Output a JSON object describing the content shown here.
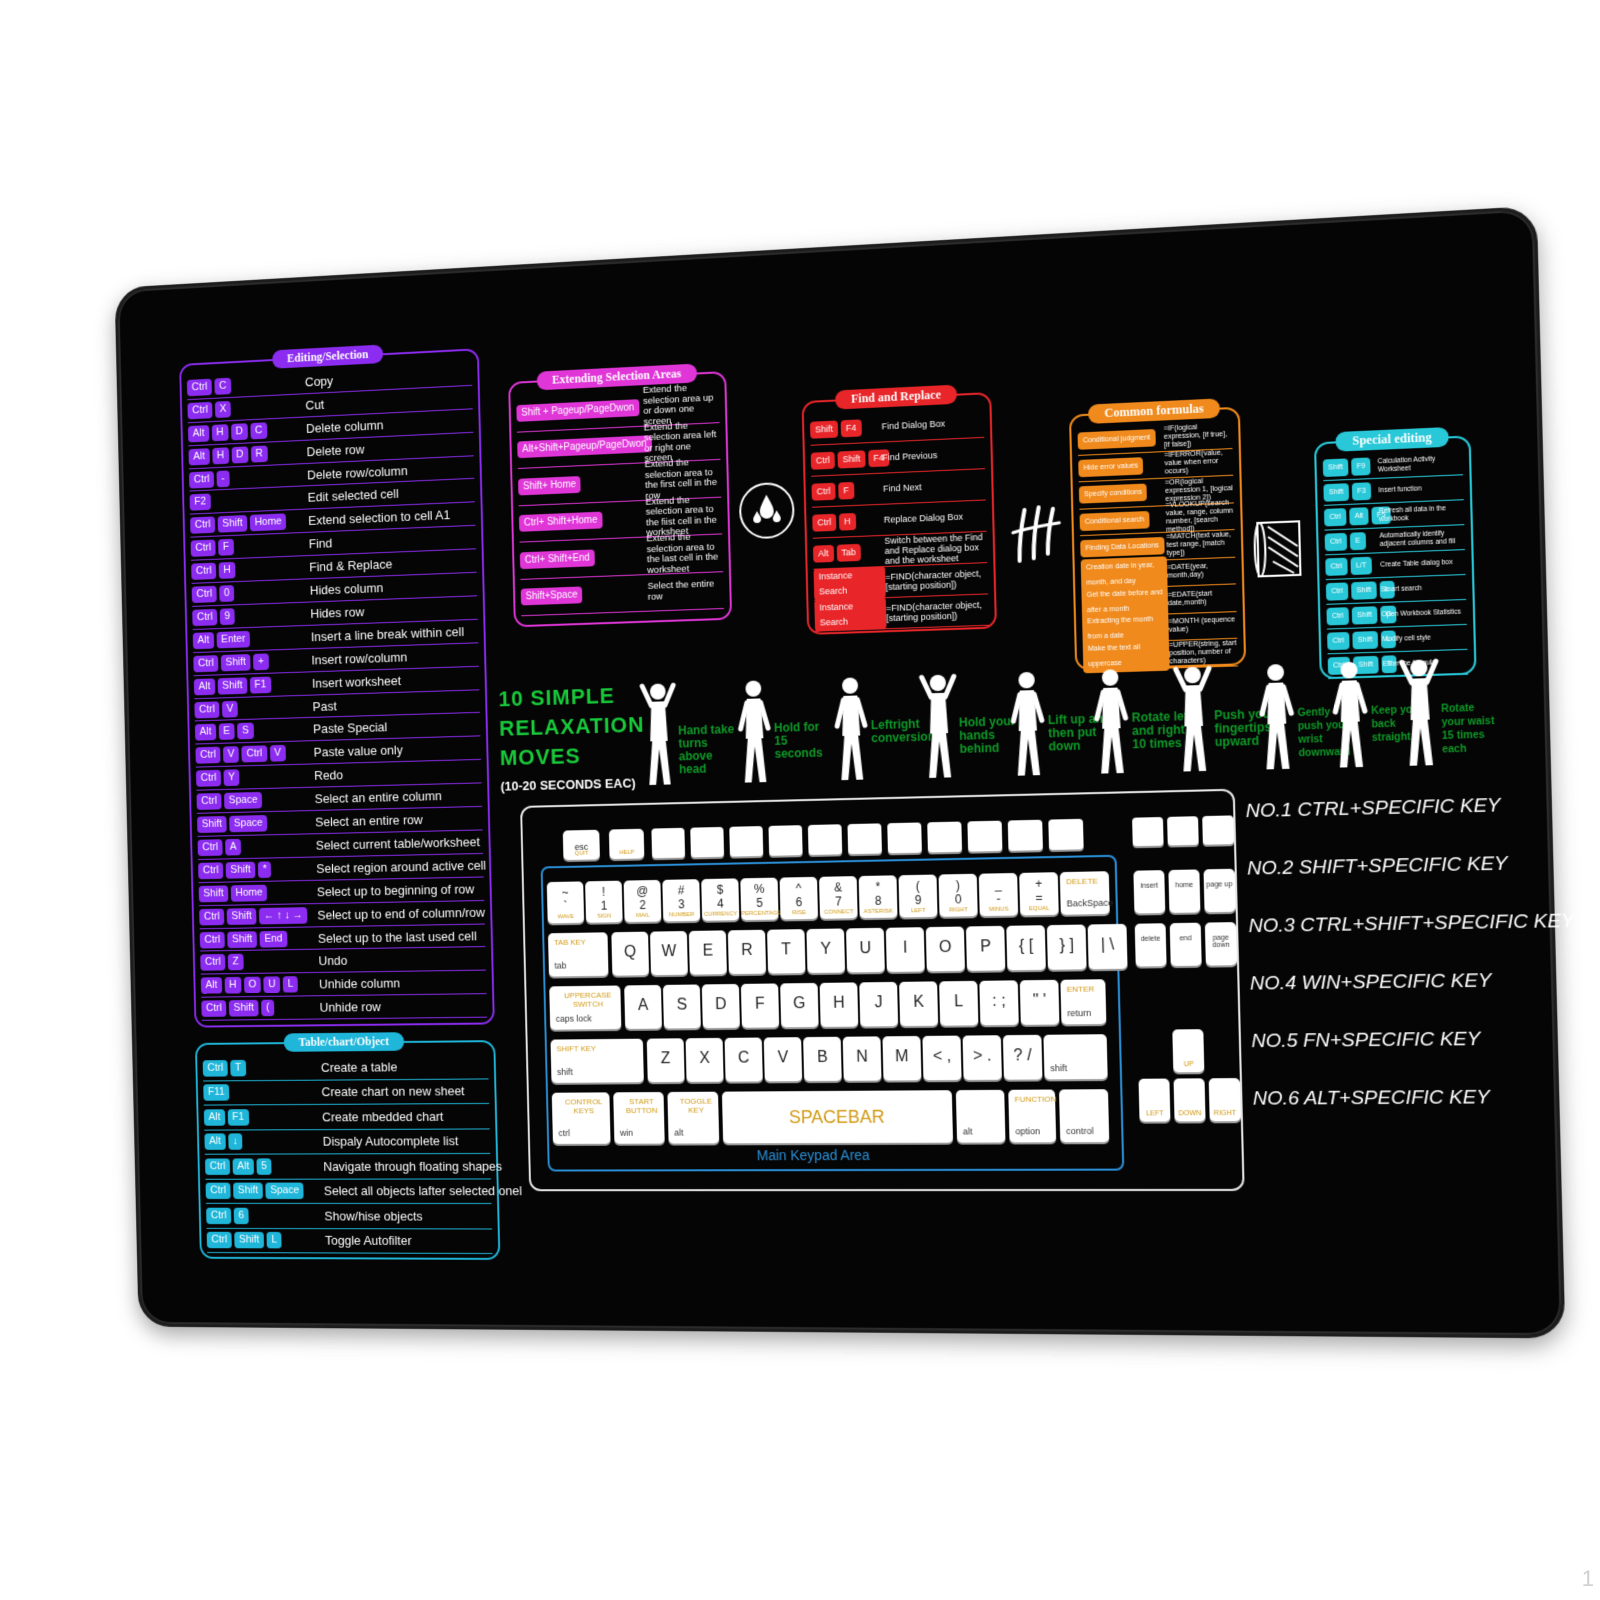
{
  "edit_panel": {
    "title": "Editing/Selection",
    "color": "#8b2cf0",
    "rows": [
      {
        "keys": [
          "Ctrl",
          "C"
        ],
        "label": "Copy"
      },
      {
        "keys": [
          "Ctrl",
          "X"
        ],
        "label": "Cut"
      },
      {
        "keys": [
          "Alt",
          "H",
          "D",
          "C"
        ],
        "label": "Delete column"
      },
      {
        "keys": [
          "Alt",
          "H",
          "D",
          "R"
        ],
        "label": "Delete row"
      },
      {
        "keys": [
          "Ctrl",
          "-"
        ],
        "label": "Delete row/column"
      },
      {
        "keys": [
          "F2"
        ],
        "label": "Edit selected cell"
      },
      {
        "keys": [
          "Ctrl",
          "Shift",
          "Home"
        ],
        "label": "Extend selection to cell A1"
      },
      {
        "keys": [
          "Ctrl",
          "F"
        ],
        "label": "Find"
      },
      {
        "keys": [
          "Ctrl",
          "H"
        ],
        "label": "Find & Replace"
      },
      {
        "keys": [
          "Ctrl",
          "0"
        ],
        "label": "Hides column"
      },
      {
        "keys": [
          "Ctrl",
          "9"
        ],
        "label": "Hides row"
      },
      {
        "keys": [
          "Alt",
          "Enter"
        ],
        "label": "Insert a line break within cell"
      },
      {
        "keys": [
          "Ctrl",
          "Shift",
          "+"
        ],
        "label": "Insert row/column"
      },
      {
        "keys": [
          "Alt",
          "Shift",
          "F1"
        ],
        "label": "Insert worksheet"
      },
      {
        "keys": [
          "Ctrl",
          "V"
        ],
        "label": "Past"
      },
      {
        "keys": [
          "Alt",
          "E",
          "S"
        ],
        "label": "Paste Special"
      },
      {
        "keys": [
          "Ctrl",
          "V",
          "Ctrl",
          "V"
        ],
        "label": "Paste value only"
      },
      {
        "keys": [
          "Ctrl",
          "Y"
        ],
        "label": "Redo"
      },
      {
        "keys": [
          "Ctrl",
          "Space"
        ],
        "label": "Select an entire column"
      },
      {
        "keys": [
          "Shift",
          "Space"
        ],
        "label": "Select an entire row"
      },
      {
        "keys": [
          "Ctrl",
          "A"
        ],
        "label": "Select current table/worksheet"
      },
      {
        "keys": [
          "Ctrl",
          "Shift",
          "*"
        ],
        "label": "Select region around active cell"
      },
      {
        "keys": [
          "Shift",
          "Home"
        ],
        "label": "Select up to beginning of row"
      },
      {
        "keys": [
          "Ctrl",
          "Shift",
          "← ↑ ↓ →"
        ],
        "label": "Select up to end of column/row"
      },
      {
        "keys": [
          "Ctrl",
          "Shift",
          "End"
        ],
        "label": "Select  up to the last used cell"
      },
      {
        "keys": [
          "Ctrl",
          "Z"
        ],
        "label": "Undo"
      },
      {
        "keys": [
          "Alt",
          "H",
          "O",
          "U",
          "L"
        ],
        "label": "Unhide column"
      },
      {
        "keys": [
          "Ctrl",
          "Shift",
          "("
        ],
        "label": "Unhide row"
      }
    ]
  },
  "table_panel": {
    "title": "Table/chart/Object",
    "color": "#1fb6d9",
    "rows": [
      {
        "keys": [
          "Ctrl",
          "T"
        ],
        "label": "Create a table"
      },
      {
        "keys": [
          "F11"
        ],
        "label": "Create chart on new sheet"
      },
      {
        "keys": [
          "Alt",
          "F1"
        ],
        "label": "Create mbedded chart"
      },
      {
        "keys": [
          "Alt",
          "↓"
        ],
        "label": "Dispaly Autocomplete list"
      },
      {
        "keys": [
          "Ctrl",
          "Alt",
          "5"
        ],
        "label": "Navigate through floating shapes"
      },
      {
        "keys": [
          "Ctrl",
          "Shift",
          "Space"
        ],
        "label": "Select all objects lafter selected onel"
      },
      {
        "keys": [
          "Ctrl",
          "6"
        ],
        "label": "Show/hise objects"
      },
      {
        "keys": [
          "Ctrl",
          "Shift",
          "L"
        ],
        "label": "Toggle Autofilter"
      }
    ]
  },
  "extend_panel": {
    "title": "Extending Selection Areas",
    "color": "#e036d8",
    "rows": [
      {
        "keys": [
          "Shift + Pageup/PageDwon"
        ],
        "label": "Extend the selection area up or down one screen"
      },
      {
        "keys": [
          "Alt+Shift+Pageup/PageDwon"
        ],
        "label": "Extend the selection area left or right one screen"
      },
      {
        "keys": [
          "Shift+ Home"
        ],
        "label": "Extend the selection area to the first cell in the row"
      },
      {
        "keys": [
          "Ctrl+ Shift+Home"
        ],
        "label": "Extend the selection area to the fiist cell in the worksheet"
      },
      {
        "keys": [
          "Ctrl+ Shift+End"
        ],
        "label": "Extend the selection area to the last cell in the worksheet"
      },
      {
        "keys": [
          "Shift+Space"
        ],
        "label": "Select the entire row"
      }
    ]
  },
  "find_panel": {
    "title": "Find and Replace",
    "color": "#e8262a",
    "rows": [
      {
        "keys": [
          "Shift",
          "F4"
        ],
        "label": "Find Dialog Box"
      },
      {
        "keys": [
          "Ctrl",
          "Shift",
          "F4"
        ],
        "label": "Find Previous"
      },
      {
        "keys": [
          "Ctrl",
          "F"
        ],
        "label": "Find Next"
      },
      {
        "keys": [
          "Ctrl",
          "H"
        ],
        "label": "Replace Dialog Box"
      },
      {
        "keys": [
          "Alt",
          "Tab"
        ],
        "label": "Switch between the Find and Replace dialog box and the worksheet"
      },
      {
        "keys": [
          "Instance Search"
        ],
        "label": "=FIND(character object, [starting position])"
      },
      {
        "keys": [
          "Instance Search"
        ],
        "label": "=FIND(character object, [starting position])"
      }
    ]
  },
  "formula_panel": {
    "title": "Common formulas",
    "color": "#f08a1c",
    "rows": [
      {
        "keys": [
          "Conditional judgment"
        ],
        "label": "=IF(logical expression, [if true], [if false])"
      },
      {
        "keys": [
          "Hide error values"
        ],
        "label": "=IFERROR(value, value when error occurs)"
      },
      {
        "keys": [
          "Specify conditions"
        ],
        "label": "=OR(logical expression 1, [logical expression 2])"
      },
      {
        "keys": [
          "Conditional search"
        ],
        "label": "=VLOOKUP(search value, range, column number, [search method])"
      },
      {
        "keys": [
          "Finding Data Locations"
        ],
        "label": "=MATCH(text value, test range, [match type])"
      },
      {
        "keys": [
          "Creation date in year, month, and day"
        ],
        "label": "=DATE(year, month,day)"
      },
      {
        "keys": [
          "Get the date before and after a month"
        ],
        "label": "=EDATE(start date,month)"
      },
      {
        "keys": [
          "Extracting the month from a date"
        ],
        "label": "=MONTH (sequence value)"
      },
      {
        "keys": [
          "Make the text all uppercase"
        ],
        "label": "=UPPER(string, start position, number of characters)"
      }
    ]
  },
  "special_panel": {
    "title": "Special editing",
    "color": "#28c8d8",
    "rows": [
      {
        "keys": [
          "Shift",
          "F9"
        ],
        "label": "Calculation Activity Worksheet"
      },
      {
        "keys": [
          "Shift",
          "F3"
        ],
        "label": "Insert function"
      },
      {
        "keys": [
          "Ctrl",
          "Alt",
          "F5"
        ],
        "label": "Refresh all data in the workbook"
      },
      {
        "keys": [
          "Ctrl",
          "E"
        ],
        "label": "Automatically identify adjacent columns and fill"
      },
      {
        "keys": [
          "Ctrl",
          "L/T"
        ],
        "label": "Create Table dialog box"
      },
      {
        "keys": [
          "Ctrl",
          "Shift",
          "L"
        ],
        "label": "Smart search"
      },
      {
        "keys": [
          "Ctrl",
          "Shift",
          "G"
        ],
        "label": "Open Workbook Statistics"
      },
      {
        "keys": [
          "Ctrl",
          "Shift",
          "L"
        ],
        "label": "Modify cell style"
      },
      {
        "keys": [
          "Ctrl",
          "Shift",
          "T"
        ],
        "label": "Enter the formula"
      }
    ]
  },
  "relax": {
    "title_1": "10 SIMPLE",
    "title_2": "RELAXATION",
    "title_3": "MOVES",
    "subtitle": "(10-20 SECONDS EAC)",
    "color": "#18c93a",
    "poses": [
      "Hand take turns above head",
      "Hold for 15 seconds",
      "Leftright conversion",
      "Hold your hands behind",
      "Lift up and then put down",
      "Rotate left and right 10 times",
      "Push your fingertips upward",
      "Gently push your wrist downward",
      "Keep your back straight",
      "Rotate your waist 15 times each"
    ]
  },
  "keyboard": {
    "caption": "Main Keypad Area",
    "caption_color": "#2a8fd6",
    "esc_label": "esc",
    "esc_sub": "QUIT",
    "help_label": "HELP",
    "number_row": [
      {
        "top": "~",
        "bot": "`",
        "sub": "WAVE"
      },
      {
        "top": "!",
        "bot": "1",
        "sub": "SIGN"
      },
      {
        "top": "@",
        "bot": "2",
        "sub": "MAIL"
      },
      {
        "top": "#",
        "bot": "3",
        "sub": "NUMBER"
      },
      {
        "top": "$",
        "bot": "4",
        "sub": "CURRENCY"
      },
      {
        "top": "%",
        "bot": "5",
        "sub": "PERCENTAGE"
      },
      {
        "top": "^",
        "bot": "6",
        "sub": "RISE"
      },
      {
        "top": "&",
        "bot": "7",
        "sub": "CONNECT"
      },
      {
        "top": "*",
        "bot": "8",
        "sub": "ASTERISK"
      },
      {
        "top": "(",
        "bot": "9",
        "sub": "LEFT"
      },
      {
        "top": ")",
        "bot": "0",
        "sub": "RIGHT"
      },
      {
        "top": "_",
        "bot": "-",
        "sub": "MINUS"
      },
      {
        "top": "+",
        "bot": "=",
        "sub": "EQUAL"
      }
    ],
    "delete_label": "DELETE",
    "backspace_label": "BackSpace",
    "tab_key": "TAB KEY",
    "tab_small": "tab",
    "qrow": [
      "Q",
      "W",
      "E",
      "R",
      "T",
      "Y",
      "U",
      "I",
      "O",
      "P",
      "{ [",
      "} ]",
      "| \\"
    ],
    "caps_key": "UPPERCASE SWITCH",
    "caps_small": "caps lock",
    "arow": [
      "A",
      "S",
      "D",
      "F",
      "G",
      "H",
      "J",
      "K",
      "L",
      ": ;",
      "\" '"
    ],
    "enter_key": "ENTER",
    "enter_small": "return",
    "shift_key": "SHIFT KEY",
    "shift_small": "shift",
    "zrow": [
      "Z",
      "X",
      "C",
      "V",
      "B",
      "N",
      "M",
      "< ,",
      "> .",
      "? /"
    ],
    "shift_right_small": "shift",
    "ctrl_key": "CONTROL KEYS",
    "ctrl_small": "ctrl",
    "start_key": "START BUTTON",
    "win_small": "win",
    "alt_key": "TOGGLE KEY",
    "alt_small": "alt",
    "spacebar": "SPACEBAR",
    "alt_right_small": "alt",
    "function_key": "FUNCTION",
    "option_small": "option",
    "control_small": "control",
    "nav_keys": [
      "insert",
      "home",
      "page up",
      "delete",
      "end",
      "page down"
    ],
    "arrow_up": "UP",
    "arrow_left": "LEFT",
    "arrow_down": "DOWN",
    "arrow_right": "RIGHT"
  },
  "legend_lines": [
    "NO.1 CTRL+SPECIFIC KEY",
    "NO.2 SHIFT+SPECIFIC KEY",
    "NO.3 CTRL+SHIFT+SPECIFIC KEY",
    "NO.4 WIN+SPECIFIC KEY",
    "NO.5 FN+SPECIFIC KEY",
    "NO.6 ALT+SPECIFIC KEY"
  ],
  "corner_number": "1"
}
